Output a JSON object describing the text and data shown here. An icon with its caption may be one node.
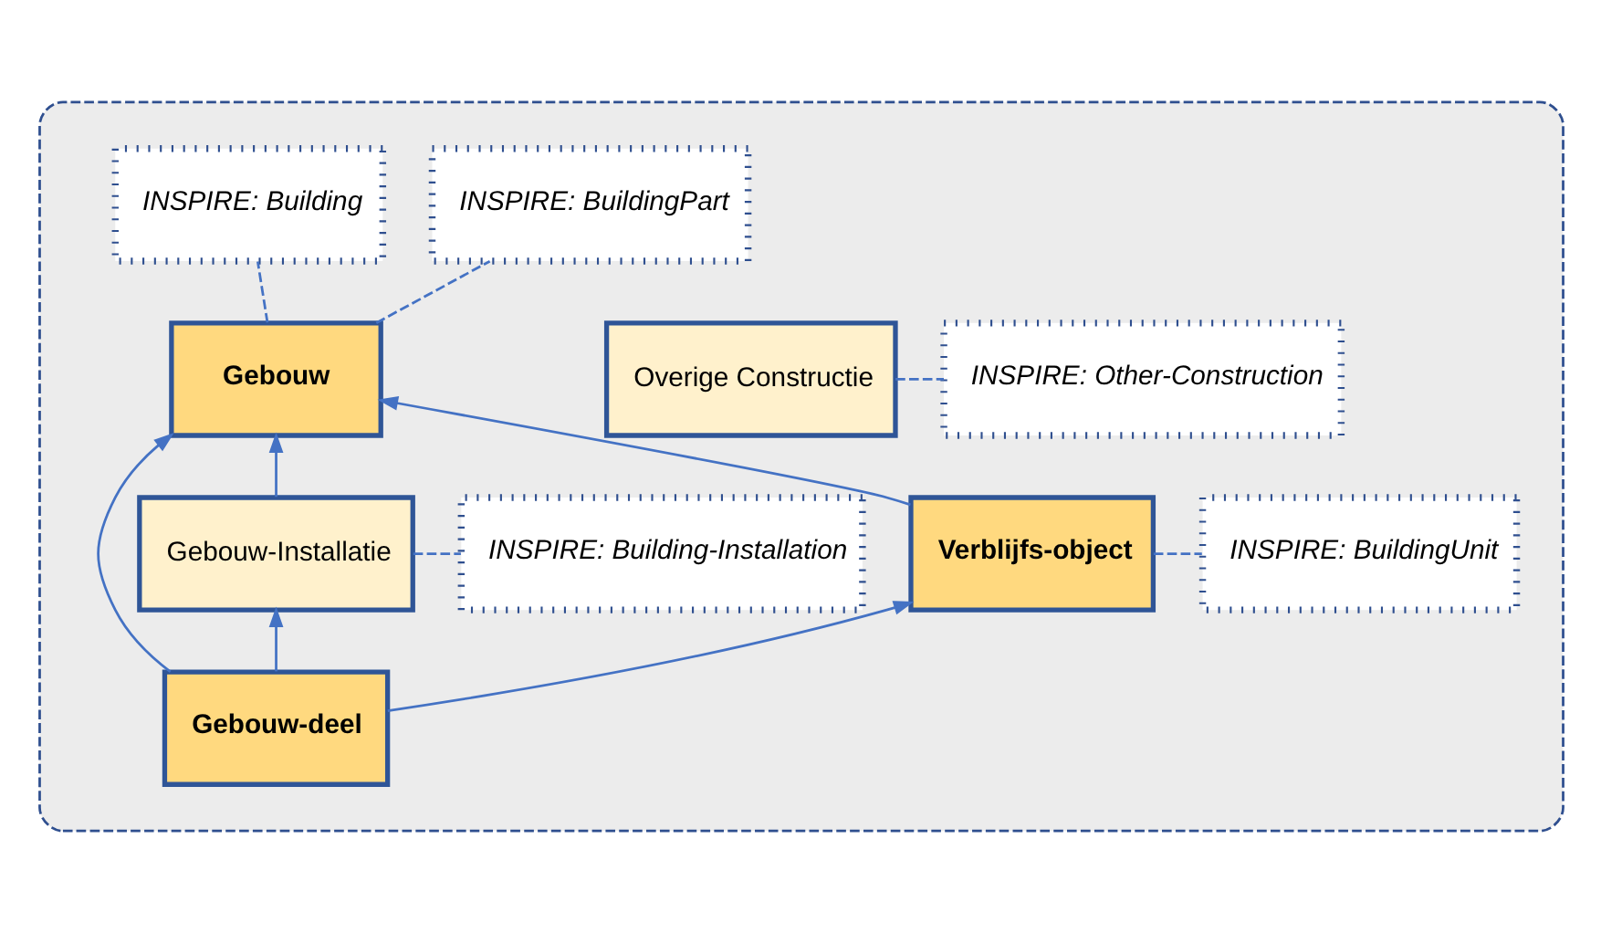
{
  "diagram": {
    "nodes": [
      {
        "text": [],
        "shape": "box"
      },
      {
        "text": [
          "INSPIRE: Building"
        ],
        "in": 0
      },
      {
        "text": [
          "INSPIRE: BuildingPart"
        ],
        "in": 0
      },
      {
        "text": [
          "INSPIRE: Other-Construction"
        ],
        "in": 0
      },
      {
        "text": [
          "Overige Constructie"
        ],
        "in": 0
      },
      {
        "text": [
          "Gebouw"
        ],
        "in": 0
      },
      {
        "text": [
          "INSPIRE: Building-Installation"
        ],
        "in": 0
      },
      {
        "text": [
          "Gebouw-Installatie"
        ],
        "in": 0
      },
      {
        "text": [
          "Verblijfs-object"
        ],
        "in": 0
      },
      {
        "text": [
          "INSPIRE: BuildingUnit"
        ],
        "in": 0
      },
      {
        "text": [
          "Gebouw-deel"
        ],
        "in": 0
      }
    ],
    "edges": [
      {
        "from": 5,
        "to": 1,
        "arrow": "none",
        "style": "dashed"
      },
      {
        "from": 5,
        "to": 2,
        "arrow": "none",
        "style": "dashed"
      },
      {
        "from": 4,
        "to": 3,
        "arrow": "none",
        "style": "dashed"
      },
      {
        "from": 7,
        "to": 6,
        "arrow": "none",
        "style": "dashed"
      },
      {
        "from": 8,
        "to": 9,
        "arrow": "none",
        "style": "dashed"
      },
      {
        "from": 7,
        "to": 5,
        "arrow": "to"
      },
      {
        "from": 10,
        "to": 5,
        "arrow": "to"
      },
      {
        "from": 8,
        "to": 5,
        "arrow": "to"
      },
      {
        "from": 10,
        "to": 7,
        "arrow": "to"
      },
      {
        "from": 10,
        "to": 8,
        "arrow": "to"
      }
    ]
  }
}
